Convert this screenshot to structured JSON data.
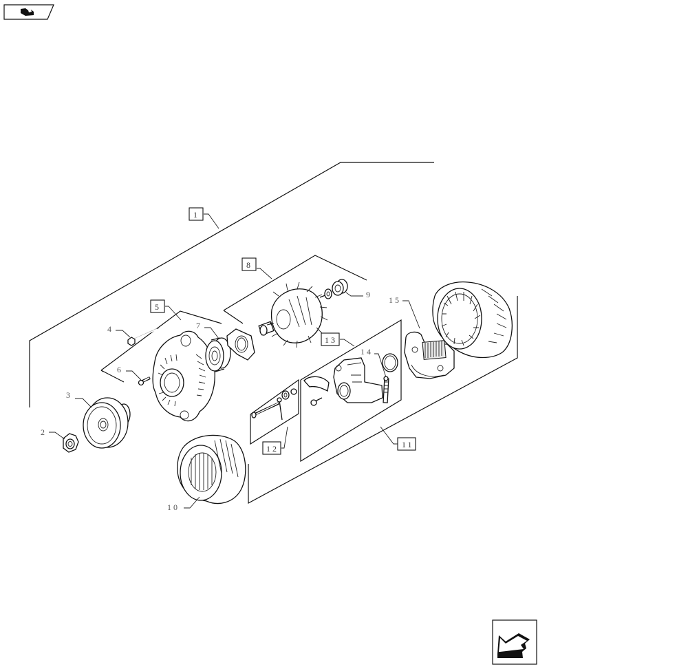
{
  "diagram": {
    "type": "exploded-parts-view",
    "subject": "alternator",
    "callouts": [
      {
        "id": "1",
        "label": "1",
        "boxed": true
      },
      {
        "id": "2",
        "label": "2",
        "boxed": false
      },
      {
        "id": "3",
        "label": "3",
        "boxed": false
      },
      {
        "id": "4",
        "label": "4",
        "boxed": false
      },
      {
        "id": "5",
        "label": "5",
        "boxed": true
      },
      {
        "id": "6",
        "label": "6",
        "boxed": false
      },
      {
        "id": "7",
        "label": "7",
        "boxed": false
      },
      {
        "id": "8",
        "label": "8",
        "boxed": true
      },
      {
        "id": "9",
        "label": "9",
        "boxed": false
      },
      {
        "id": "10",
        "label": "10",
        "boxed": false
      },
      {
        "id": "11",
        "label": "11",
        "boxed": true
      },
      {
        "id": "12",
        "label": "12",
        "boxed": true
      },
      {
        "id": "13",
        "label": "13",
        "boxed": true
      },
      {
        "id": "14",
        "label": "14",
        "boxed": false
      },
      {
        "id": "15",
        "label": "15",
        "boxed": false
      }
    ]
  },
  "nav": {
    "top_left_icon": "book-index-icon",
    "bottom_right_icon": "return-arrow-icon"
  },
  "colors": {
    "line": "#111111",
    "label": "#555555",
    "background": "#ffffff"
  }
}
